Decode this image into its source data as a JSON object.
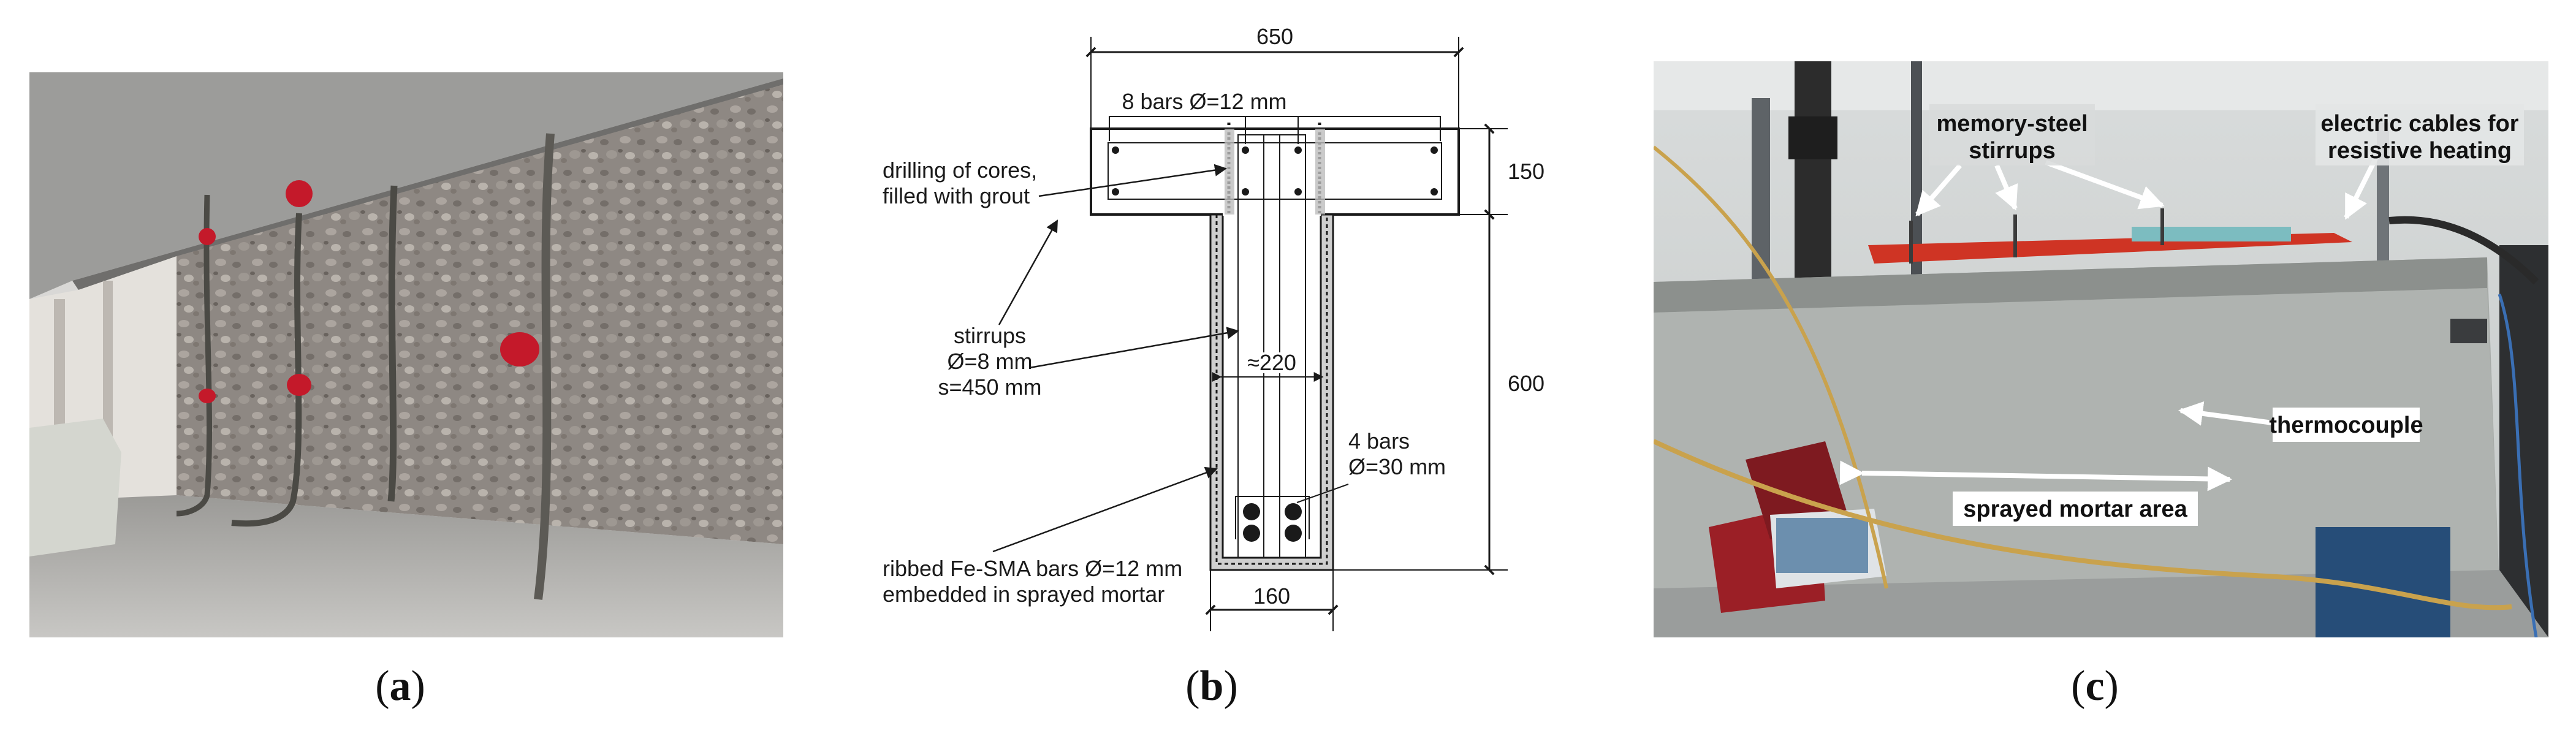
{
  "panels": {
    "a": {
      "caption_letter": "a"
    },
    "b": {
      "caption_letter": "b",
      "dim_top_width": "650",
      "dim_flange_height": "150",
      "dim_web_height": "600",
      "dim_web_width": "160",
      "dim_inner_width": "≈220",
      "label_top_bars": "8 bars Ø=12 mm",
      "label_cores_line1": "drilling of cores,",
      "label_cores_line2": "filled with grout",
      "label_stirrups_line1": "stirrups",
      "label_stirrups_line2": "Ø=8 mm",
      "label_stirrups_line3": "s=450 mm",
      "label_bottom_bars_line1": "4 bars",
      "label_bottom_bars_line2": "Ø=30 mm",
      "label_sma_line1": "ribbed Fe-SMA bars Ø=12 mm",
      "label_sma_line2": "embedded in sprayed mortar"
    },
    "c": {
      "caption_letter": "c",
      "label_memory_line1": "memory-steel",
      "label_memory_line2": "stirrups",
      "label_cables_line1": "electric cables for",
      "label_cables_line2": "resistive heating",
      "label_thermocouple": "thermocouple",
      "label_sprayed": "sprayed mortar area"
    }
  }
}
